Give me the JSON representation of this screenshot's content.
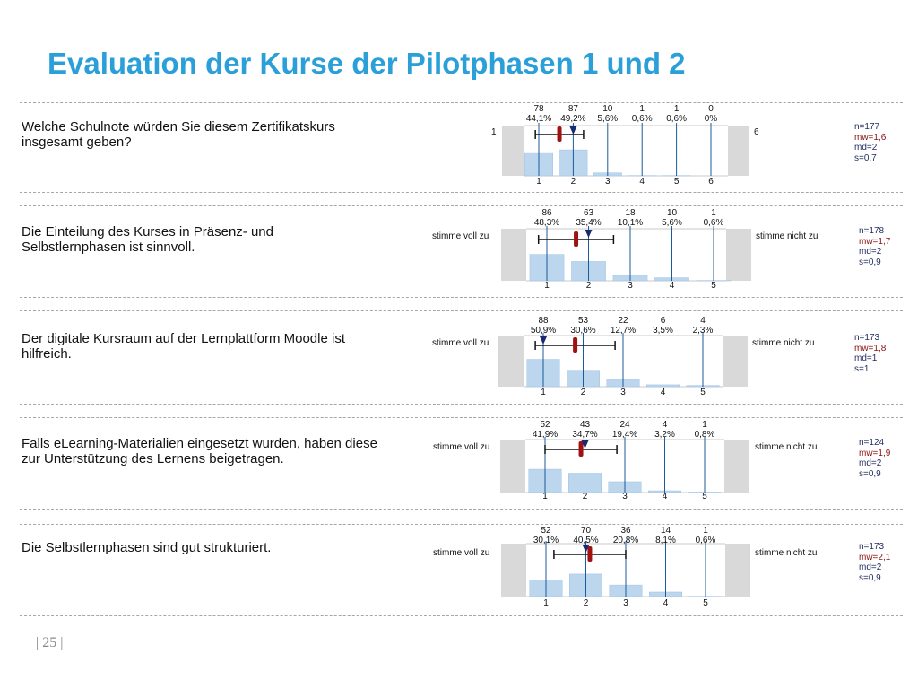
{
  "page": {
    "title": "Evaluation der Kurse der Pilotphasen 1 und 2",
    "footer": "| 25 |"
  },
  "colors": {
    "title": "#2a9fd8",
    "bar": "#bcd6ee",
    "bar_outline": "#9fc3e6",
    "gridline": "#1c5a99",
    "mean": "#a01212",
    "median": "#1a2a6e",
    "side_box": "#d9d9d9",
    "dashed_rule": "#a6a6a6"
  },
  "chart_data": [
    {
      "type": "bar",
      "question": "Welche Schulnote würden Sie diesem Zertifikatskurs insgesamt geben?",
      "left_label": "1",
      "right_label": "6",
      "categories": [
        "1",
        "2",
        "3",
        "4",
        "5",
        "6"
      ],
      "counts": [
        "78",
        "87",
        "10",
        "1",
        "1",
        "0"
      ],
      "percents": [
        "44,1%",
        "49,2%",
        "5,6%",
        "0,6%",
        "0,6%",
        "0%"
      ],
      "values": [
        44.1,
        49.2,
        5.6,
        0.6,
        0.6,
        0
      ],
      "mean": 1.6,
      "median": 2,
      "sd": 0.7,
      "stats": {
        "n": "n=177",
        "mw": "mw=1,6",
        "md": "md=2",
        "s": "s=0,7"
      }
    },
    {
      "type": "bar",
      "question": "Die Einteilung des Kurses in Präsenz- und Selbstlernphasen ist sinnvoll.",
      "left_label": "stimme voll zu",
      "right_label": "stimme nicht zu",
      "categories": [
        "1",
        "2",
        "3",
        "4",
        "5"
      ],
      "counts": [
        "86",
        "63",
        "18",
        "10",
        "1"
      ],
      "percents": [
        "48,3%",
        "35,4%",
        "10,1%",
        "5,6%",
        "0,6%"
      ],
      "values": [
        48.3,
        35.4,
        10.1,
        5.6,
        0.6
      ],
      "mean": 1.7,
      "median": 2,
      "sd": 0.9,
      "stats": {
        "n": "n=178",
        "mw": "mw=1,7",
        "md": "md=2",
        "s": "s=0,9"
      }
    },
    {
      "type": "bar",
      "question": "Der digitale Kursraum auf der Lernplattform Moodle ist hilfreich.",
      "left_label": "stimme voll zu",
      "right_label": "stimme nicht zu",
      "categories": [
        "1",
        "2",
        "3",
        "4",
        "5"
      ],
      "counts": [
        "88",
        "53",
        "22",
        "6",
        "4"
      ],
      "percents": [
        "50,9%",
        "30,6%",
        "12,7%",
        "3,5%",
        "2,3%"
      ],
      "values": [
        50.9,
        30.6,
        12.7,
        3.5,
        2.3
      ],
      "mean": 1.8,
      "median": 1,
      "sd": 1,
      "stats": {
        "n": "n=173",
        "mw": "mw=1,8",
        "md": "md=1",
        "s": "s=1"
      }
    },
    {
      "type": "bar",
      "question": "Falls eLearning-Materialien eingesetzt wurden, haben diese zur Unterstützung des Lernens beigetragen.",
      "left_label": "stimme voll zu",
      "right_label": "stimme nicht zu",
      "categories": [
        "1",
        "2",
        "3",
        "4",
        "5"
      ],
      "counts": [
        "52",
        "43",
        "24",
        "4",
        "1"
      ],
      "percents": [
        "41,9%",
        "34,7%",
        "19,4%",
        "3,2%",
        "0,8%"
      ],
      "values": [
        41.9,
        34.7,
        19.4,
        3.2,
        0.8
      ],
      "mean": 1.9,
      "median": 2,
      "sd": 0.9,
      "stats": {
        "n": "n=124",
        "mw": "mw=1,9",
        "md": "md=2",
        "s": "s=0,9"
      }
    },
    {
      "type": "bar",
      "question": "Die Selbstlernphasen sind gut strukturiert.",
      "left_label": "stimme voll zu",
      "right_label": "stimme nicht zu",
      "categories": [
        "1",
        "2",
        "3",
        "4",
        "5"
      ],
      "counts": [
        "52",
        "70",
        "36",
        "14",
        "1"
      ],
      "percents": [
        "30,1%",
        "40,5%",
        "20,8%",
        "8,1%",
        "0,6%"
      ],
      "values": [
        30.1,
        40.5,
        20.8,
        8.1,
        0.6
      ],
      "mean": 2.1,
      "median": 2,
      "sd": 0.9,
      "stats": {
        "n": "n=173",
        "mw": "mw=2,1",
        "md": "md=2",
        "s": "s=0,9"
      }
    }
  ]
}
